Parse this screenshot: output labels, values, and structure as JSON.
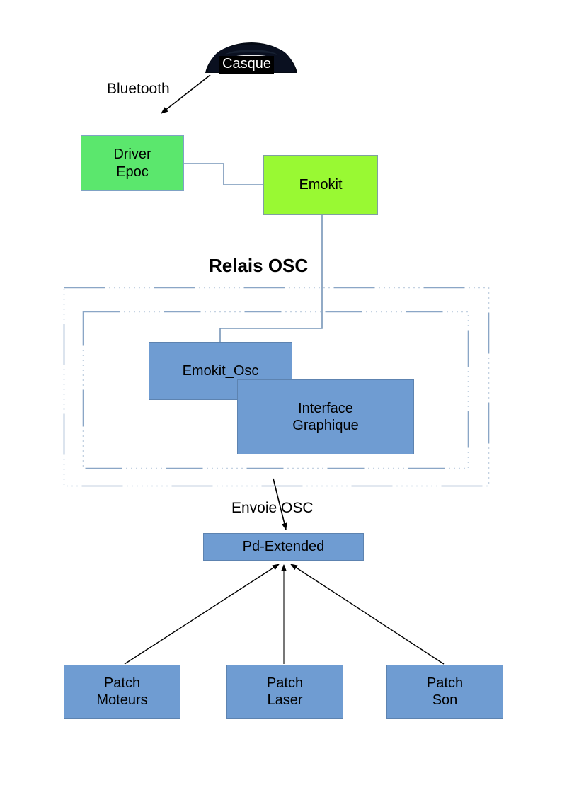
{
  "diagram": {
    "title_visible": "Relais OSC",
    "colors": {
      "green_light": "#5BE76D",
      "green_bright": "#99F933",
      "blue_node": "#6F9CD2",
      "blue_border": "#5D83B0",
      "connector_blue": "#7796B8",
      "arrow_black": "#000000",
      "dash_blue": "#8AA6C6",
      "dot_gray": "#C9CFD6",
      "casque_black": "#000000",
      "casque_text": "#FFFFFF"
    },
    "nodes": [
      {
        "id": "casque",
        "label": "Casque",
        "shape": "dome-headset",
        "icon": "headset-icon"
      },
      {
        "id": "driver-epoc",
        "label": "Driver\nEpoc",
        "shape": "rect",
        "fill": "green_light"
      },
      {
        "id": "emokit",
        "label": "Emokit",
        "shape": "rect",
        "fill": "green_bright"
      },
      {
        "id": "emokit-osc",
        "label": "Emokit_Osc",
        "shape": "rect",
        "fill": "blue_node"
      },
      {
        "id": "interface-graphique",
        "label": "Interface\nGraphique",
        "shape": "rect",
        "fill": "blue_node"
      },
      {
        "id": "pd-extended",
        "label": "Pd-Extended",
        "shape": "rect",
        "fill": "blue_node"
      },
      {
        "id": "patch-moteurs",
        "label": "Patch\nMoteurs",
        "shape": "rect",
        "fill": "blue_node"
      },
      {
        "id": "patch-laser",
        "label": "Patch\nLaser",
        "shape": "rect",
        "fill": "blue_node"
      },
      {
        "id": "patch-son",
        "label": "Patch\nSon",
        "shape": "rect",
        "fill": "blue_node"
      }
    ],
    "labels": {
      "bluetooth": "Bluetooth",
      "relais_osc": "Relais OSC",
      "envoie_osc": "Envoie OSC"
    },
    "groups": [
      {
        "id": "relais-outer",
        "style": "dash-dot",
        "label": "Relais OSC"
      },
      {
        "id": "relais-inner",
        "style": "dash-dot",
        "label": ""
      }
    ],
    "edges": [
      {
        "from": "casque",
        "to": "driver-epoc",
        "label": "Bluetooth",
        "arrow": true,
        "style": "solid-black"
      },
      {
        "from": "driver-epoc",
        "to": "emokit",
        "label": "",
        "arrow": false,
        "style": "orthogonal-blue"
      },
      {
        "from": "emokit",
        "to": "emokit-osc",
        "label": "",
        "arrow": false,
        "style": "orthogonal-blue"
      },
      {
        "from": "relais-outer",
        "to": "pd-extended",
        "label": "Envoie OSC",
        "arrow": true,
        "style": "solid-black"
      },
      {
        "from": "patch-moteurs",
        "to": "pd-extended",
        "label": "",
        "arrow": true,
        "style": "solid-black"
      },
      {
        "from": "patch-laser",
        "to": "pd-extended",
        "label": "",
        "arrow": true,
        "style": "solid-black"
      },
      {
        "from": "patch-son",
        "to": "pd-extended",
        "label": "",
        "arrow": true,
        "style": "solid-black"
      }
    ]
  }
}
